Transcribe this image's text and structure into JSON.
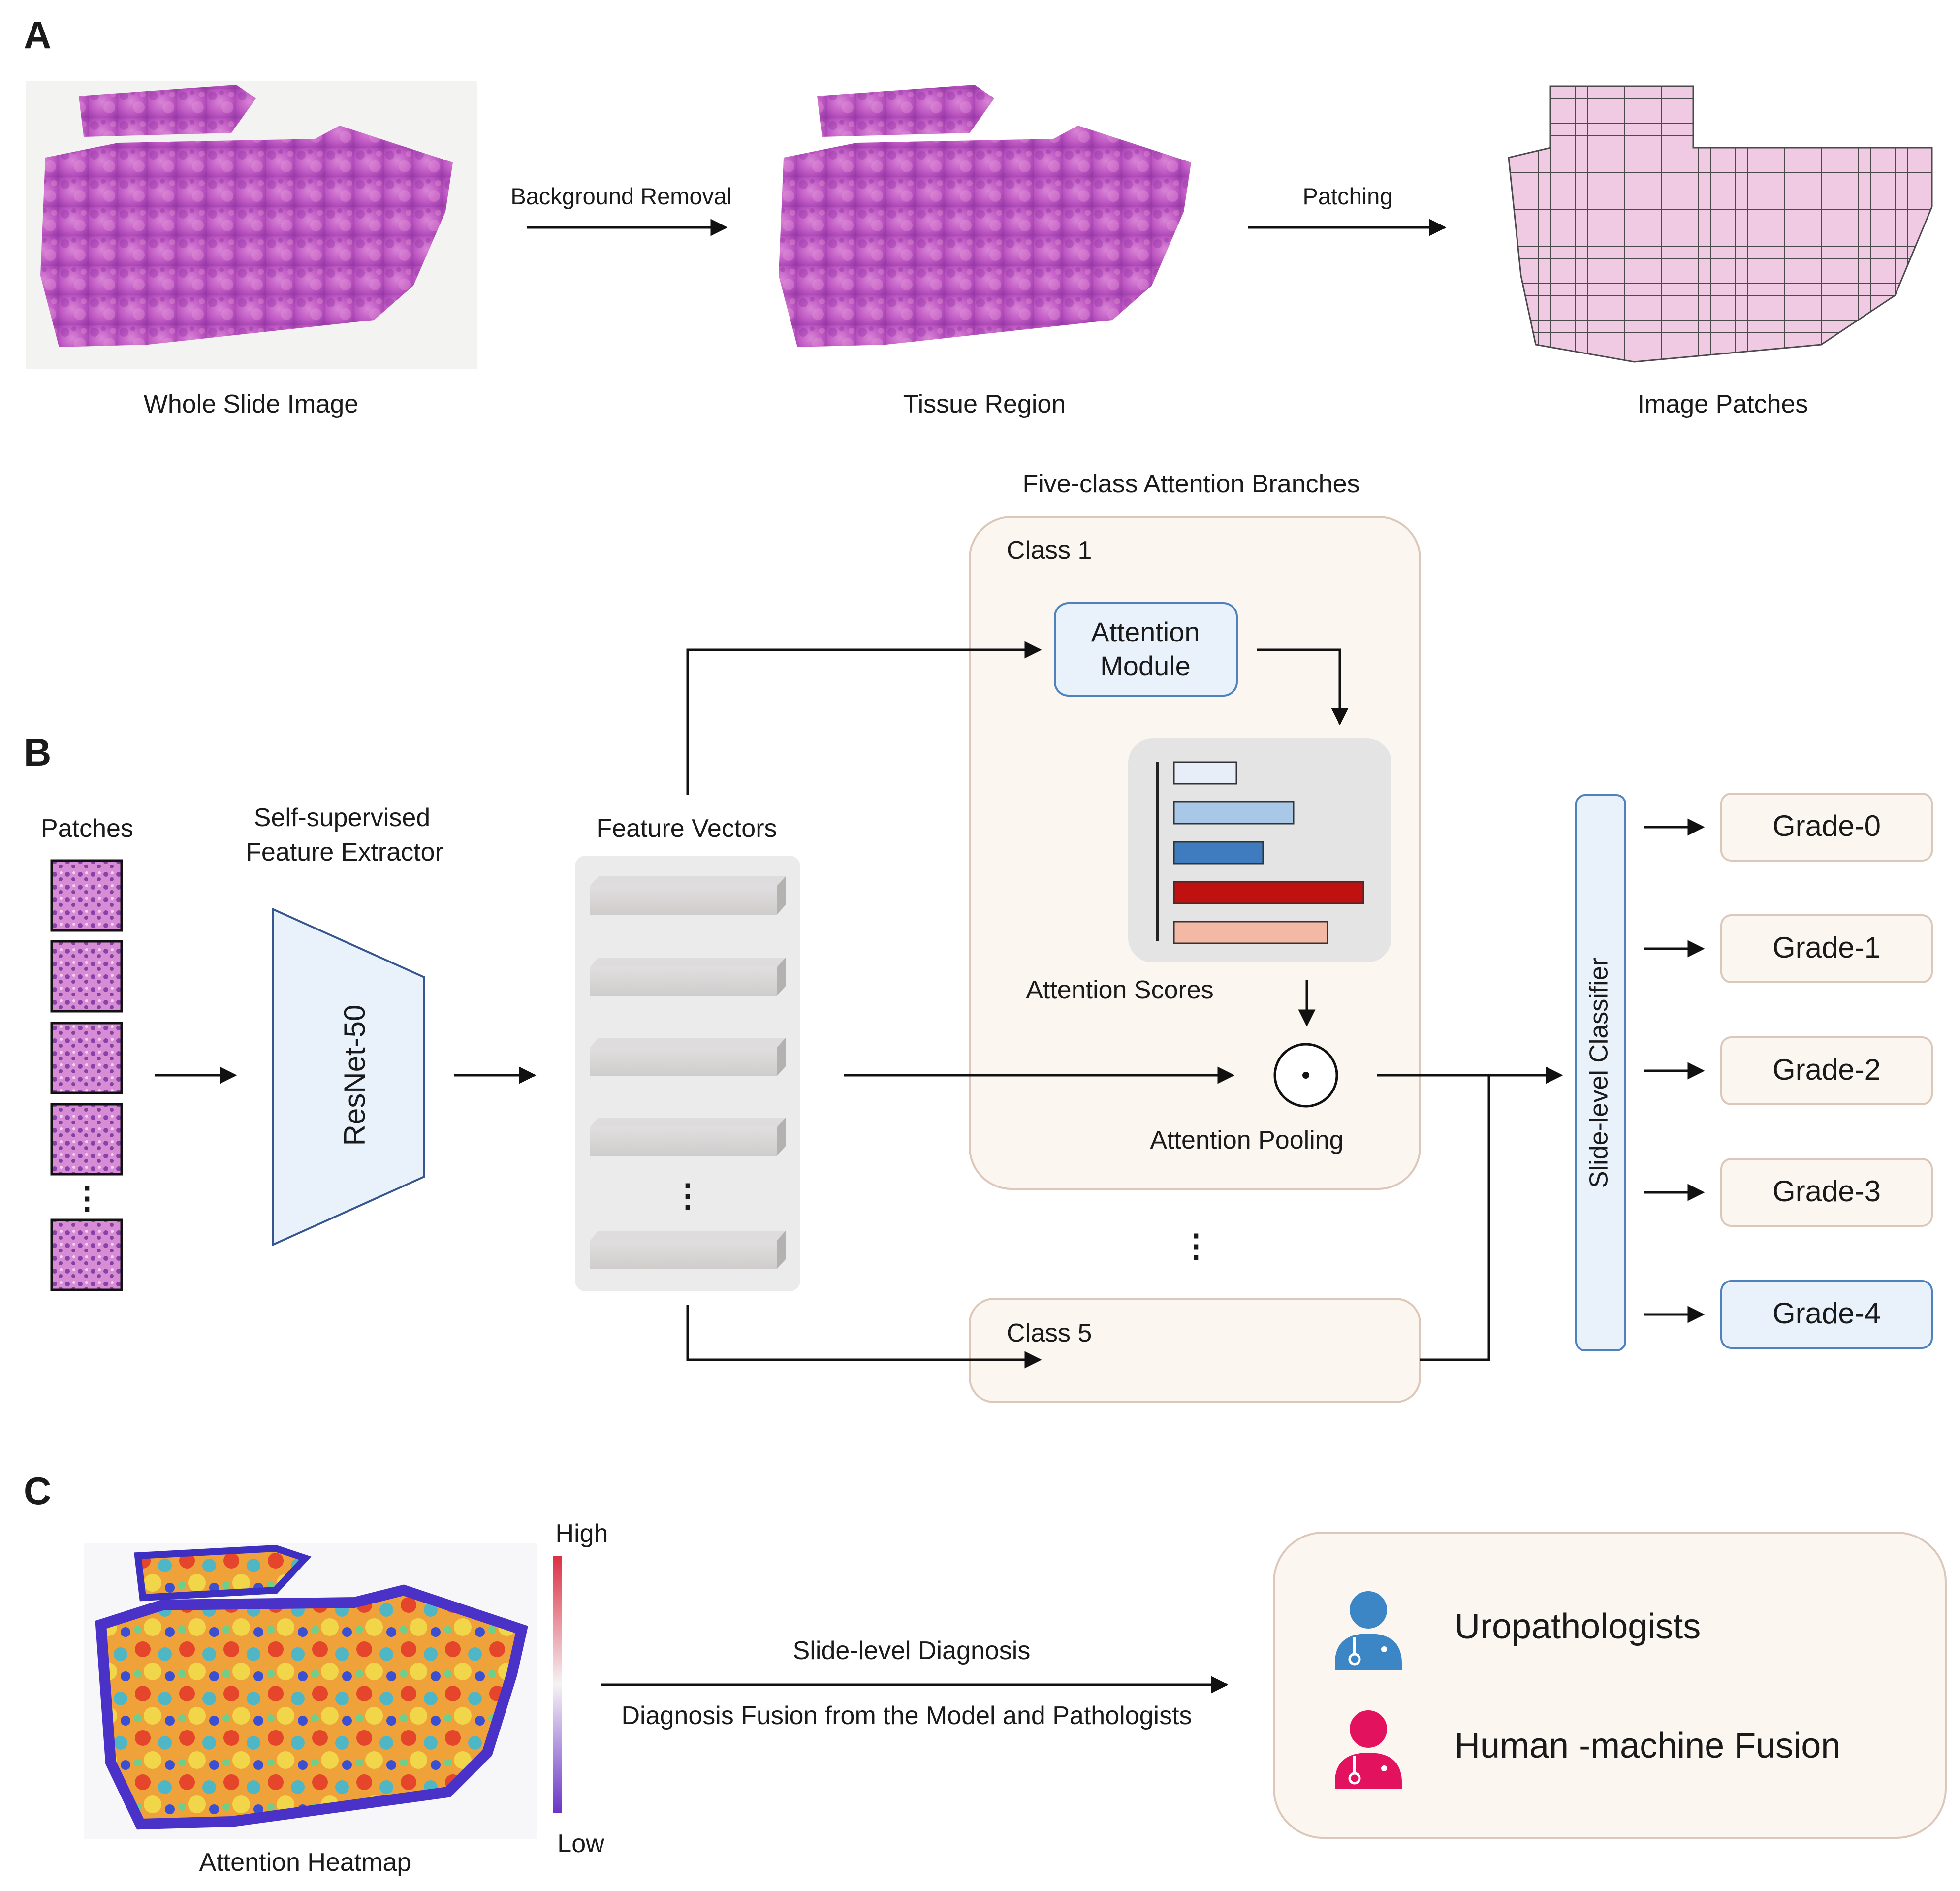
{
  "panels": {
    "a": "A",
    "b": "B",
    "c": "C"
  },
  "panel_a": {
    "wsi_label": "Whole Slide Image",
    "tissue_label": "Tissue Region",
    "patches_label": "Image Patches",
    "step1": "Background Removal",
    "step2": "Patching"
  },
  "panel_b": {
    "patches_title": "Patches",
    "extractor_title_line1": "Self-supervised",
    "extractor_title_line2": "Feature Extractor",
    "backbone": "ResNet-50",
    "feature_vectors": "Feature Vectors",
    "branches_title": "Five-class Attention Branches",
    "class1": "Class 1",
    "class5": "Class 5",
    "attention_module_line1": "Attention",
    "attention_module_line2": "Module",
    "attention_scores": "Attention Scores",
    "attention_pooling": "Attention Pooling",
    "pool_symbol": "·",
    "ellipsis": "⋮",
    "classifier": "Slide-level Classifier",
    "grades": [
      "Grade-0",
      "Grade-1",
      "Grade-2",
      "Grade-3",
      "Grade-4"
    ],
    "highlighted_grade": "Grade-4",
    "score_bars": [
      {
        "score": 0.33,
        "color": "#e8eef7"
      },
      {
        "score": 0.63,
        "color": "#a9c8e8"
      },
      {
        "score": 0.47,
        "color": "#3e7cbf"
      },
      {
        "score": 1.0,
        "color": "#c0100f"
      },
      {
        "score": 0.81,
        "color": "#f4b9a5"
      }
    ]
  },
  "panel_c": {
    "heatmap_label": "Attention Heatmap",
    "scale_high": "High",
    "scale_low": "Low",
    "arrow_top": "Slide-level Diagnosis",
    "arrow_bottom": "Diagnosis Fusion from the Model and Pathologists",
    "legend": [
      {
        "label": "Uropathologists",
        "icon": "doctor-icon",
        "color": "#3d86c6"
      },
      {
        "label": "Human -machine Fusion",
        "icon": "doctor-icon",
        "color": "#e3125e"
      }
    ]
  },
  "colors": {
    "tissue": "#c266c8",
    "tissue_dark": "#8a2fa6",
    "box_fill": "#fcf6f1",
    "box_stroke": "#dcc8ba",
    "blue_fill": "#e9f1fb",
    "blue_stroke": "#4f81bd"
  }
}
